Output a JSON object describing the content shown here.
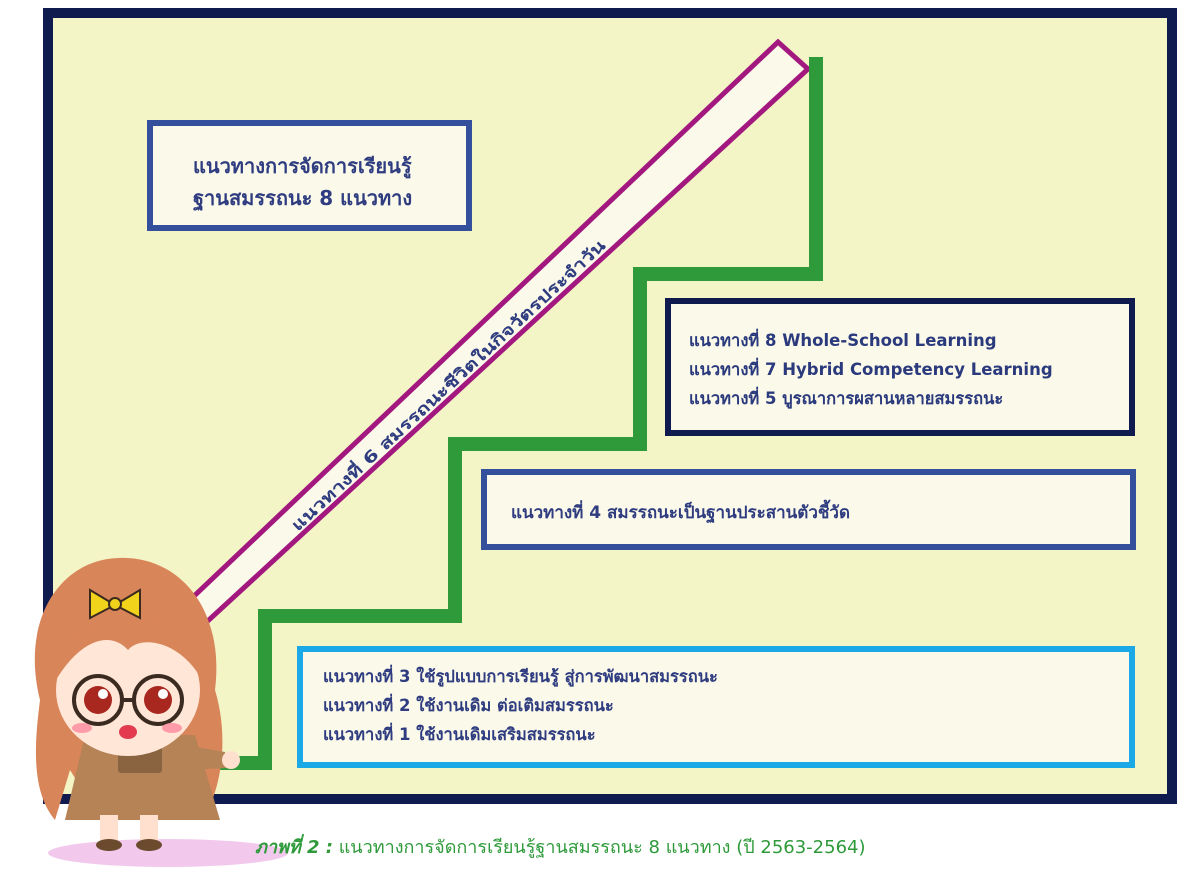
{
  "title_box": {
    "line1": "แนวทางการจัดการเรียนรู้",
    "line2": "ฐานสมรรถนะ 8 แนวทาง"
  },
  "diagonal_label": "แนวทางที่ 6 สมรรถนะชีวิตในกิจวัตรประจำวัน",
  "upper_box": {
    "items": [
      "แนวทางที่ 8 Whole-School Learning",
      "แนวทางที่ 7 Hybrid Competency Learning",
      "แนวทางที่ 5 บูรณาการผสานหลายสมรรถนะ"
    ]
  },
  "middle_box": {
    "items": [
      "แนวทางที่ 4 สมรรถนะเป็นฐานประสานตัวชี้วัด"
    ]
  },
  "lower_box": {
    "items": [
      "แนวทางที่ 3 ใช้รูปแบบการเรียนรู้ สู่การพัฒนาสมรรถนะ",
      "แนวทางที่ 2 ใช้งานเดิม ต่อเติมสมรรถนะ",
      "แนวทางที่ 1 ใช้งานเดิมเสริมสมรรถนะ"
    ]
  },
  "caption": {
    "label": "ภาพที่ 2 :",
    "text": "แนวทางการจัดการเรียนรู้ฐานสมรรถนะ 8 แนวทาง (ปี 2563-2564)"
  },
  "colors": {
    "background": "#f4f5c7",
    "outer_frame": "#0f1a4e",
    "stair_line": "#2e9a3a",
    "diagonal_border": "#a2187e",
    "title_border": "#344f9c",
    "upper_border": "#0f1a4e",
    "middle_border": "#344f9c",
    "lower_border": "#1aa8e6",
    "box_text": "#2f3d80",
    "caption_text": "#2e9a3a"
  },
  "icons": {
    "mascot": "cartoon-girl-teacher-pointing"
  }
}
